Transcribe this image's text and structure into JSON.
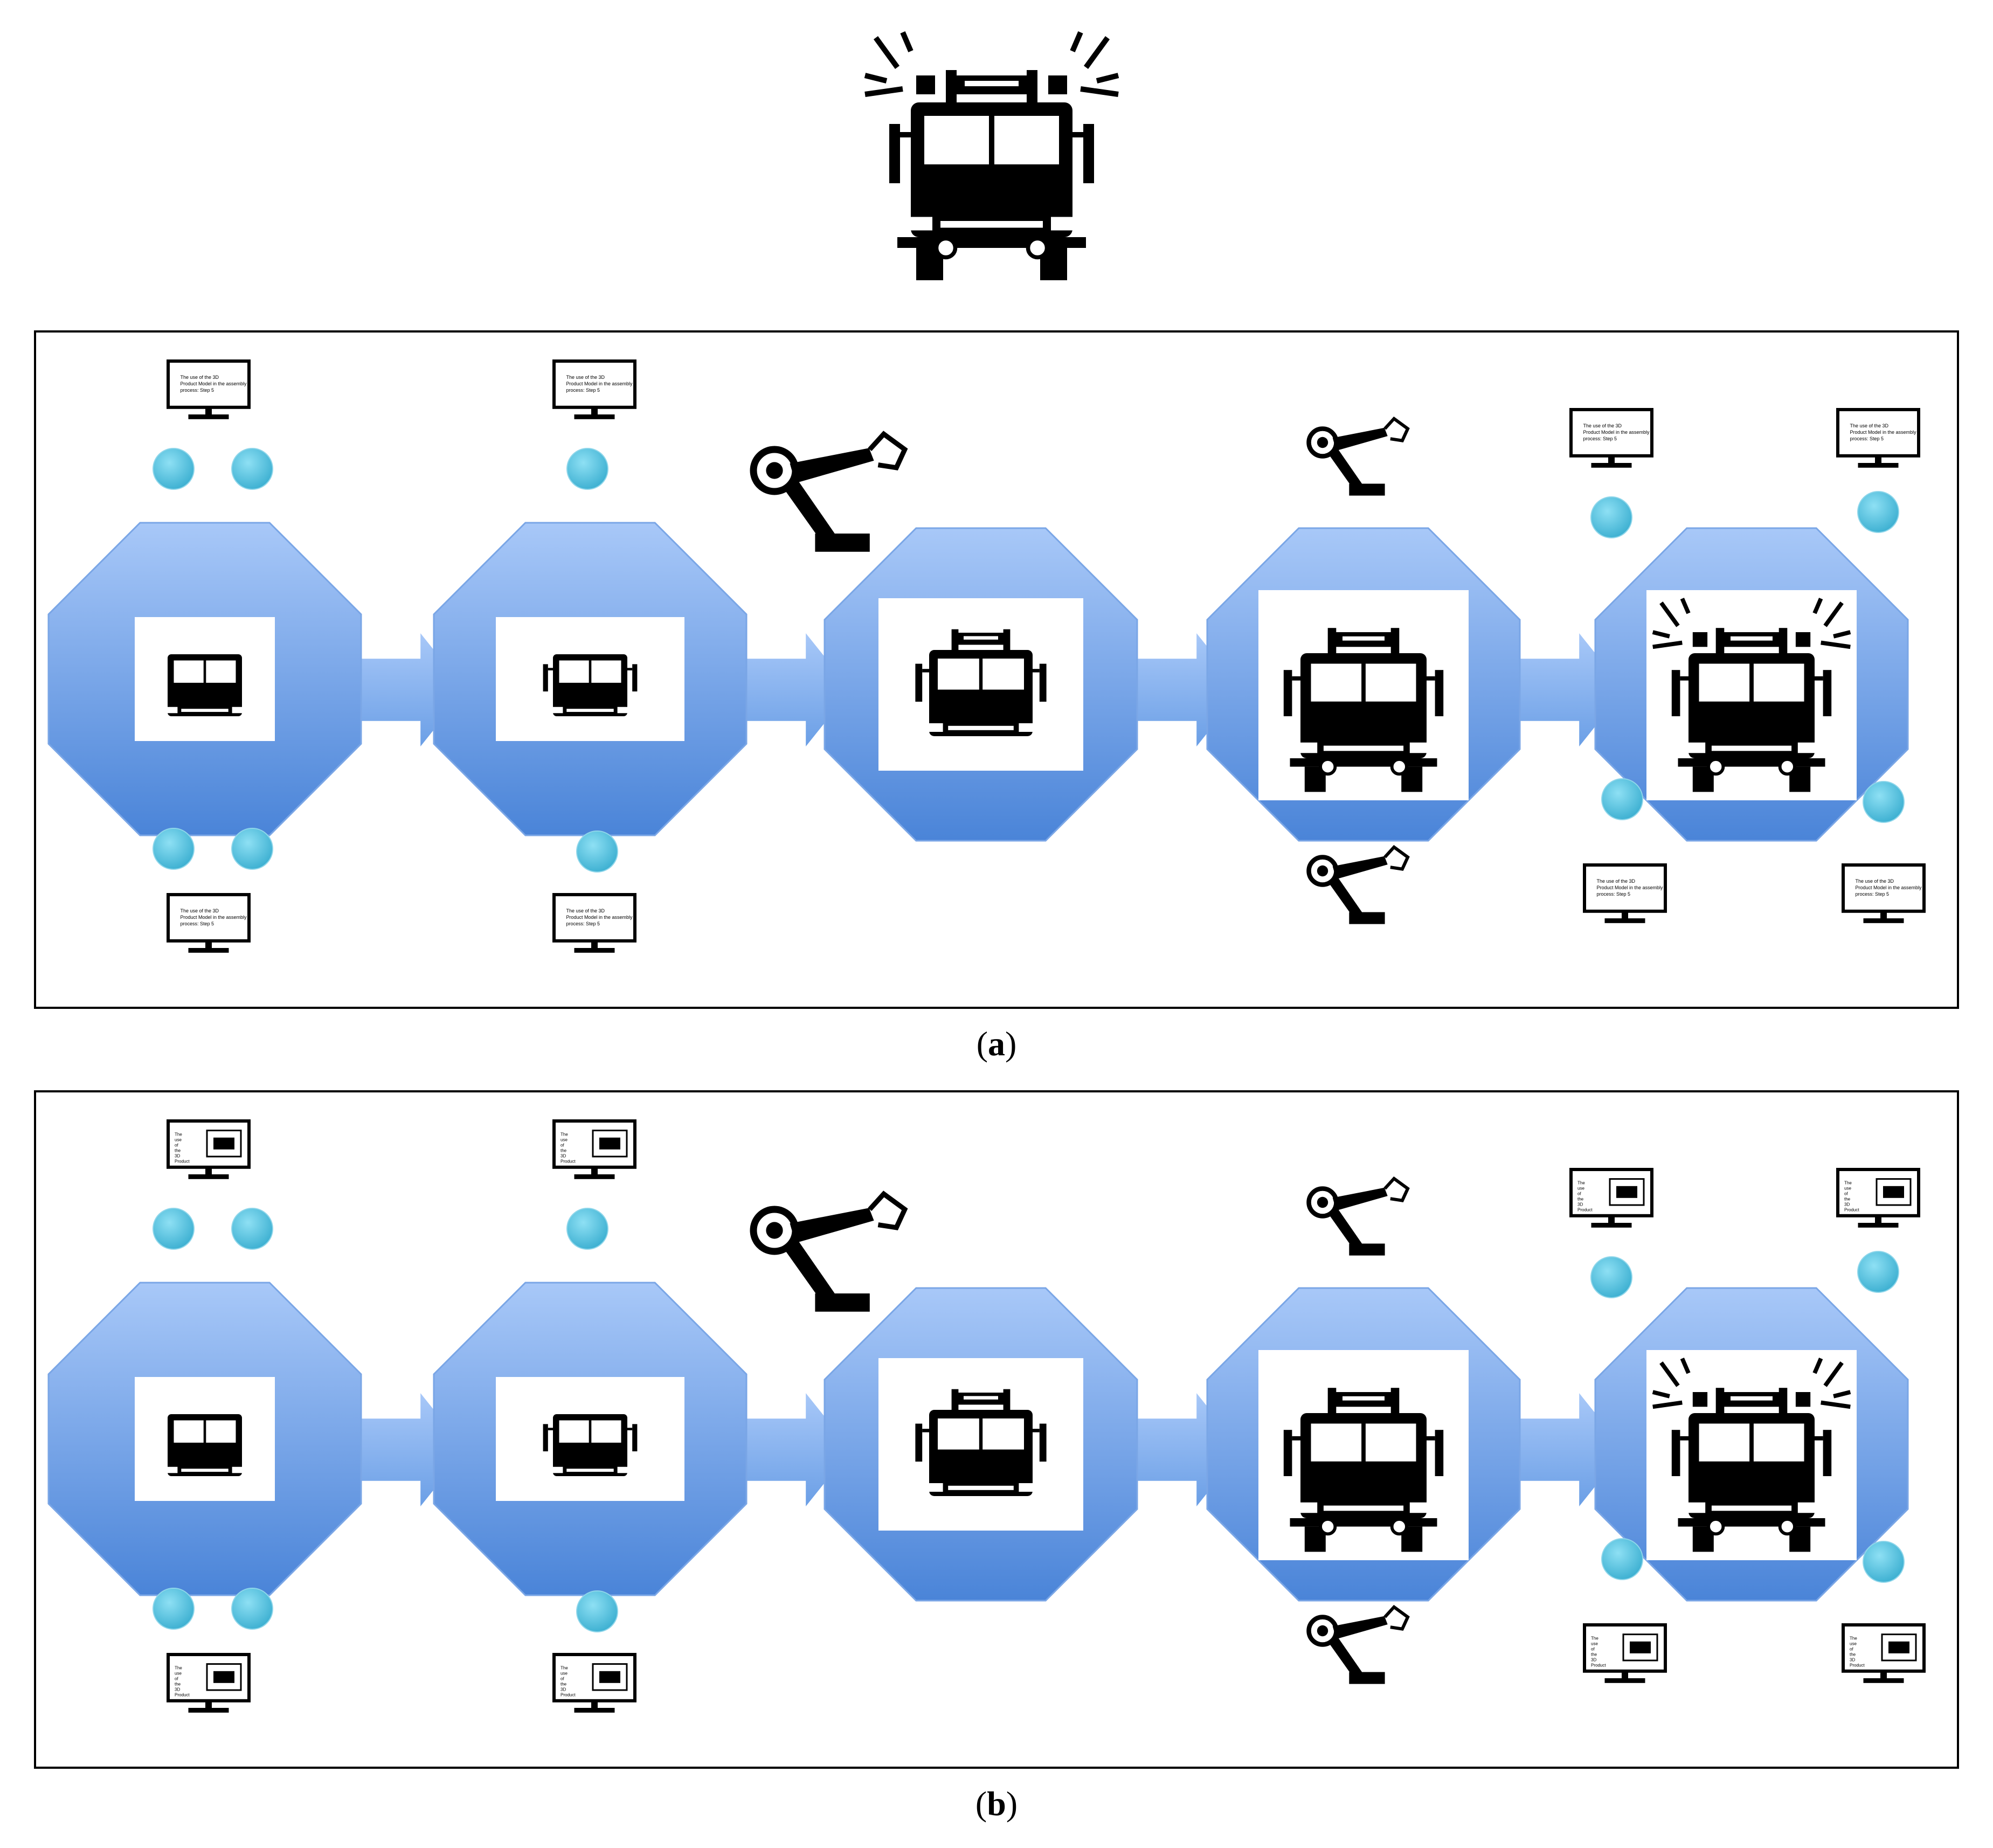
{
  "figure": {
    "top_icon": "fire-truck-icon",
    "panels": [
      {
        "id": "a",
        "label": "a",
        "stages": [
          {
            "icon": "truck-cab-stage-1-icon",
            "level": 1
          },
          {
            "icon": "truck-cab-stage-2-icon",
            "level": 2
          },
          {
            "icon": "truck-cab-stage-3-icon",
            "level": 3
          },
          {
            "icon": "truck-cab-stage-4-icon",
            "level": 4
          },
          {
            "icon": "fire-truck-complete-icon",
            "level": 5
          }
        ],
        "monitor_style": "text",
        "monitor_text": "The use of the 3D Product Model in the assembly process: Step 5"
      },
      {
        "id": "b",
        "label": "b",
        "stages": [
          {
            "icon": "truck-cab-stage-1-icon",
            "level": 1
          },
          {
            "icon": "truck-cab-stage-2-icon",
            "level": 2
          },
          {
            "icon": "truck-cab-stage-3-icon",
            "level": 3
          },
          {
            "icon": "truck-cab-stage-4-icon",
            "level": 4
          },
          {
            "icon": "fire-truck-complete-icon",
            "level": 5
          }
        ],
        "monitor_style": "graphic",
        "monitor_text": "The use of the 3D Product"
      }
    ],
    "colors": {
      "octagon_top": "#a8c8f8",
      "octagon_bottom": "#4a84d8",
      "node": "#5cc6e6",
      "node_dark": "#3aaed0",
      "ink": "#000000",
      "panel_border": "#000000"
    }
  }
}
